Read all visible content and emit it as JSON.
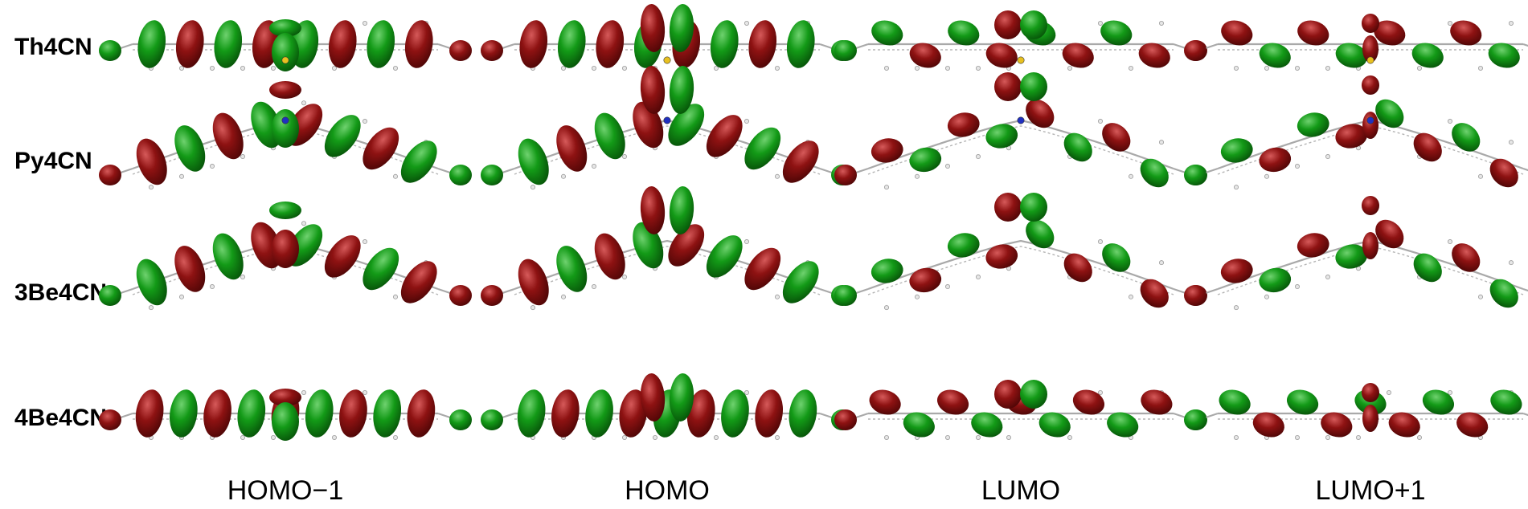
{
  "rows": [
    {
      "label": "Th4CN",
      "heteroatom": "S",
      "heteroatom_color": "#e8c020"
    },
    {
      "label": "Py4CN",
      "heteroatom": "N",
      "heteroatom_color": "#2030c0"
    },
    {
      "label": "3Be4CN",
      "heteroatom": "",
      "heteroatom_color": ""
    },
    {
      "label": "4Be4CN",
      "heteroatom": "",
      "heteroatom_color": ""
    }
  ],
  "columns": [
    {
      "label": "HOMO−1"
    },
    {
      "label": "HOMO"
    },
    {
      "label": "LUMO"
    },
    {
      "label": "LUMO+1"
    }
  ],
  "colors": {
    "lobe_positive": "#0f7a12",
    "lobe_negative": "#7d0d0d",
    "background": "#ffffff"
  }
}
